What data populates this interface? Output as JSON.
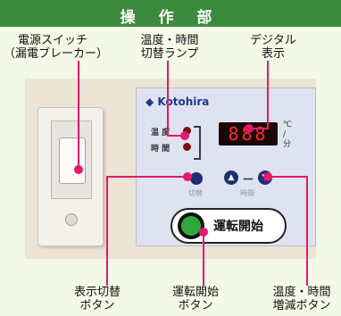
{
  "header": {
    "title": "操 作 部"
  },
  "callouts": {
    "power_switch": {
      "line1": "電源スイッチ",
      "line2": "（漏電ブレーカー）"
    },
    "temp_time_lamp": {
      "line1": "温度・時間",
      "line2": "切替ランプ"
    },
    "digital_display": {
      "line1": "デジタル",
      "line2": "表示"
    },
    "display_toggle": {
      "line1": "表示切替",
      "line2": "ボタン"
    },
    "run_start": {
      "line1": "運転開始",
      "line2": "ボタン"
    },
    "temp_time_adjust": {
      "line1": "温度・時間",
      "line2": "増減ボタン"
    }
  },
  "panel": {
    "brand": "Kotohira",
    "lamp_temp_label": "温 度",
    "lamp_time_label": "時 間",
    "display_value": "888",
    "unit_line1": "℃",
    "unit_line2": "/",
    "unit_line3": "分",
    "toggle_label": "切替",
    "adjust_label": "時間",
    "up_symbol": "▲",
    "down_symbol": "▼",
    "dash": "－",
    "run_button_label": "運転開始"
  },
  "colors": {
    "header_green": "#3c8a3e",
    "leader_pink": "#e5196a",
    "panel_navy": "#1f2f73",
    "lamp_red": "#7a1010",
    "display_red": "#ff2a2a",
    "run_green": "#2fa83d"
  }
}
